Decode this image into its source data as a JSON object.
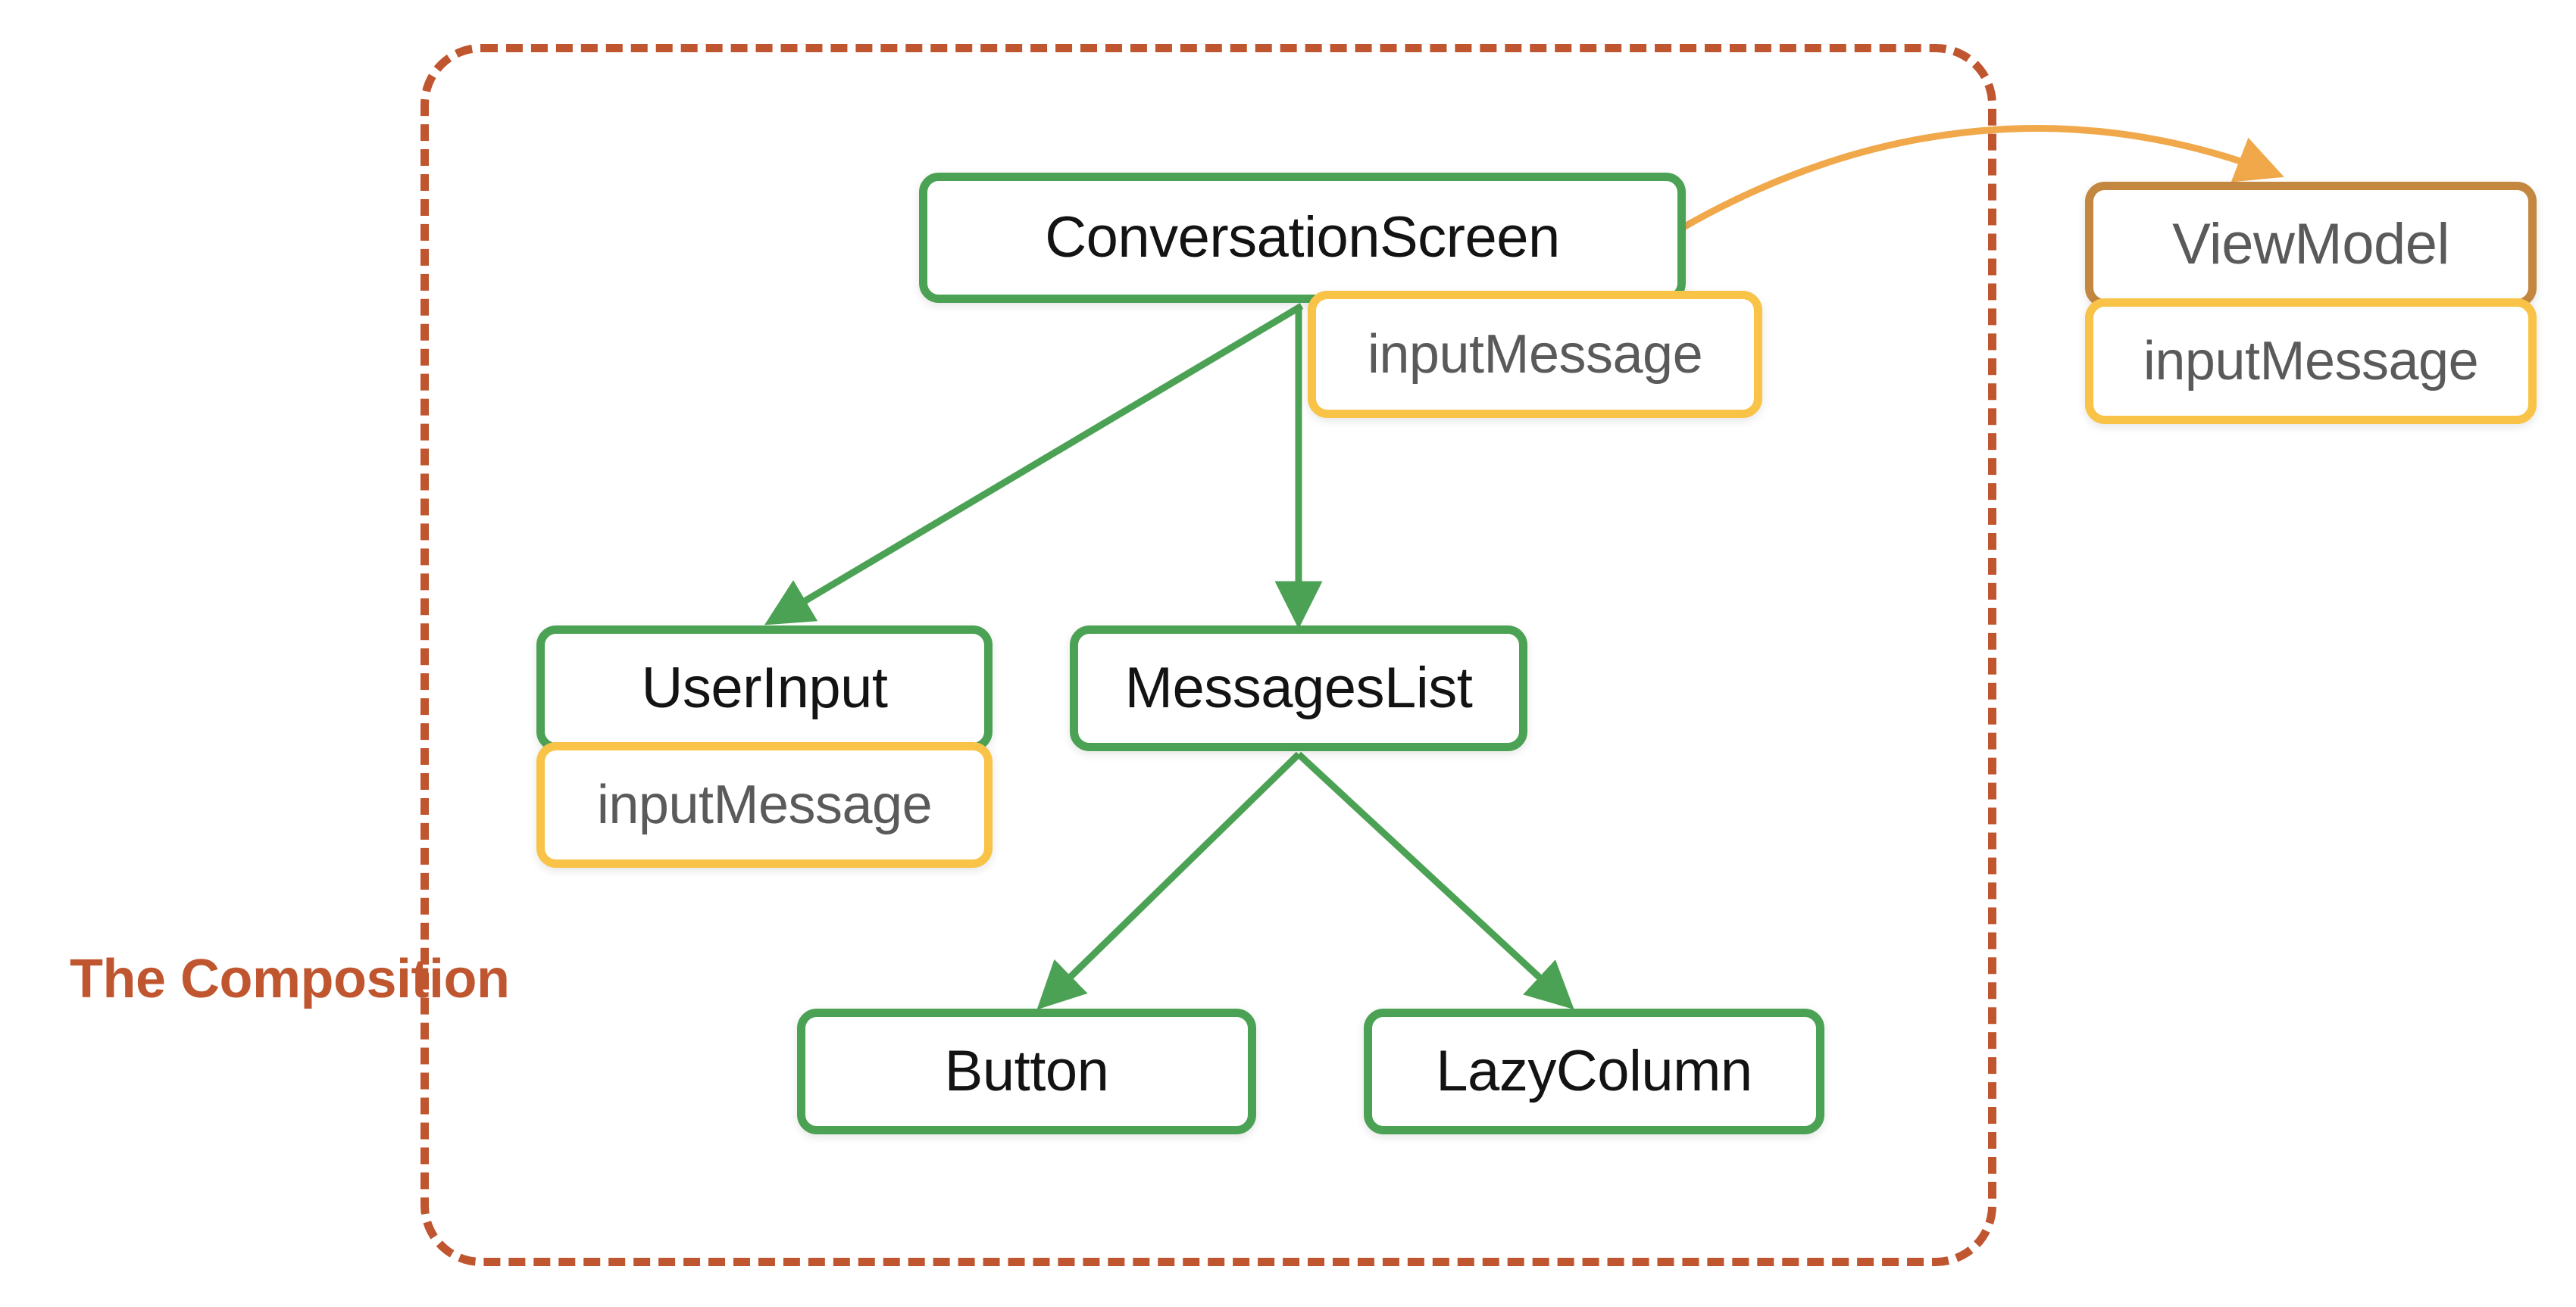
{
  "diagram": {
    "title": "The Composition",
    "boundary_label": "The Composition",
    "colors": {
      "composable_border": "#4CA254",
      "state_border": "#F8C346",
      "viewmodel_border": "#C3873F",
      "boundary_dashed": "#C0562F",
      "composable_text": "#131313",
      "state_text": "#5A5A5A",
      "arrow_green": "#4CA254",
      "arrow_orange": "#F0A84B",
      "background": "#FFFFFF"
    },
    "nodes": [
      {
        "id": "conversation-screen",
        "label": "ConversationScreen",
        "kind": "composable"
      },
      {
        "id": "cs-input-message",
        "label": "inputMessage",
        "kind": "state"
      },
      {
        "id": "user-input",
        "label": "UserInput",
        "kind": "composable"
      },
      {
        "id": "ui-input-message",
        "label": "inputMessage",
        "kind": "state"
      },
      {
        "id": "messages-list",
        "label": "MessagesList",
        "kind": "composable"
      },
      {
        "id": "button",
        "label": "Button",
        "kind": "composable"
      },
      {
        "id": "lazy-column",
        "label": "LazyColumn",
        "kind": "composable"
      },
      {
        "id": "view-model",
        "label": "ViewModel",
        "kind": "viewmodel"
      },
      {
        "id": "vm-input-message",
        "label": "inputMessage",
        "kind": "state"
      }
    ],
    "edges": [
      {
        "from": "conversation-screen",
        "to": "user-input",
        "style": "straight",
        "color": "#4CA254"
      },
      {
        "from": "conversation-screen",
        "to": "messages-list",
        "style": "straight",
        "color": "#4CA254"
      },
      {
        "from": "messages-list",
        "to": "button",
        "style": "straight",
        "color": "#4CA254"
      },
      {
        "from": "messages-list",
        "to": "lazy-column",
        "style": "straight",
        "color": "#4CA254"
      },
      {
        "from": "conversation-screen",
        "to": "view-model",
        "style": "curved",
        "color": "#F0A84B"
      }
    ]
  }
}
